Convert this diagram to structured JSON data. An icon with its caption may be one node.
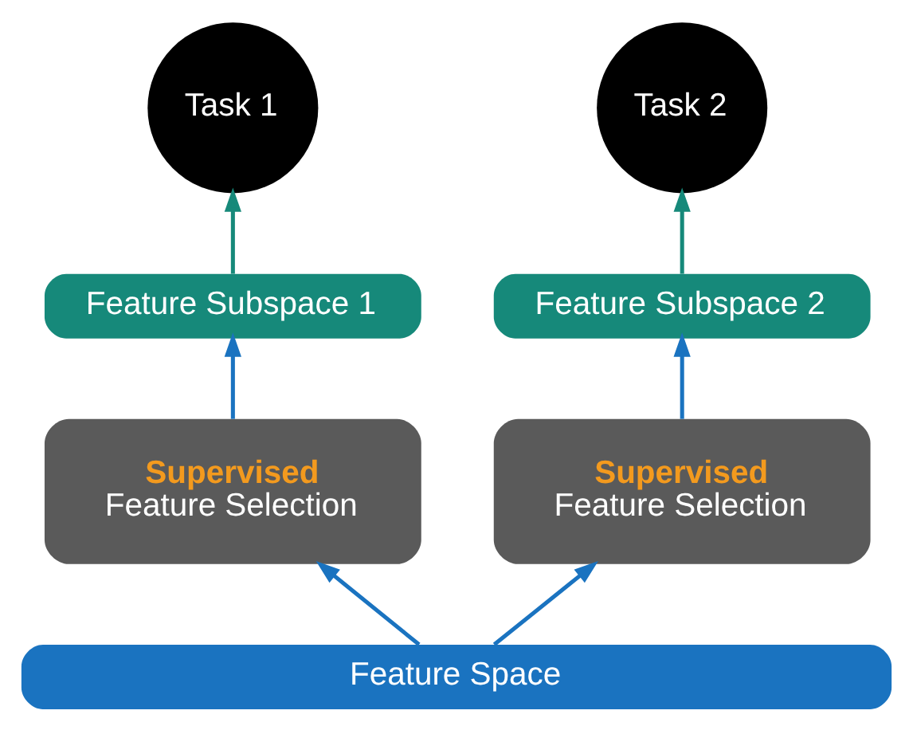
{
  "diagram": {
    "nodes": [
      {
        "text": [
          "Task 1"
        ]
      },
      {
        "text": [
          "Task 2"
        ]
      },
      {
        "text": [
          "Feature Subspace 1"
        ]
      },
      {
        "text": [
          "Feature Subspace 2"
        ]
      },
      {
        "text": [
          "Supervised",
          "Feature Selection"
        ]
      },
      {
        "text": [
          "Supervised",
          "Feature Selection"
        ]
      },
      {
        "text": [
          "Feature Space"
        ]
      }
    ],
    "edges": [
      {
        "from": 6,
        "to": 4,
        "arrow": "to"
      },
      {
        "from": 6,
        "to": 5,
        "arrow": "to"
      },
      {
        "from": 4,
        "to": 2,
        "arrow": "to"
      },
      {
        "from": 5,
        "to": 3,
        "arrow": "to"
      },
      {
        "from": 2,
        "to": 0,
        "arrow": "to",
        "color": "#16897a"
      },
      {
        "from": 3,
        "to": 1,
        "arrow": "to",
        "color": "#16897a"
      }
    ]
  }
}
